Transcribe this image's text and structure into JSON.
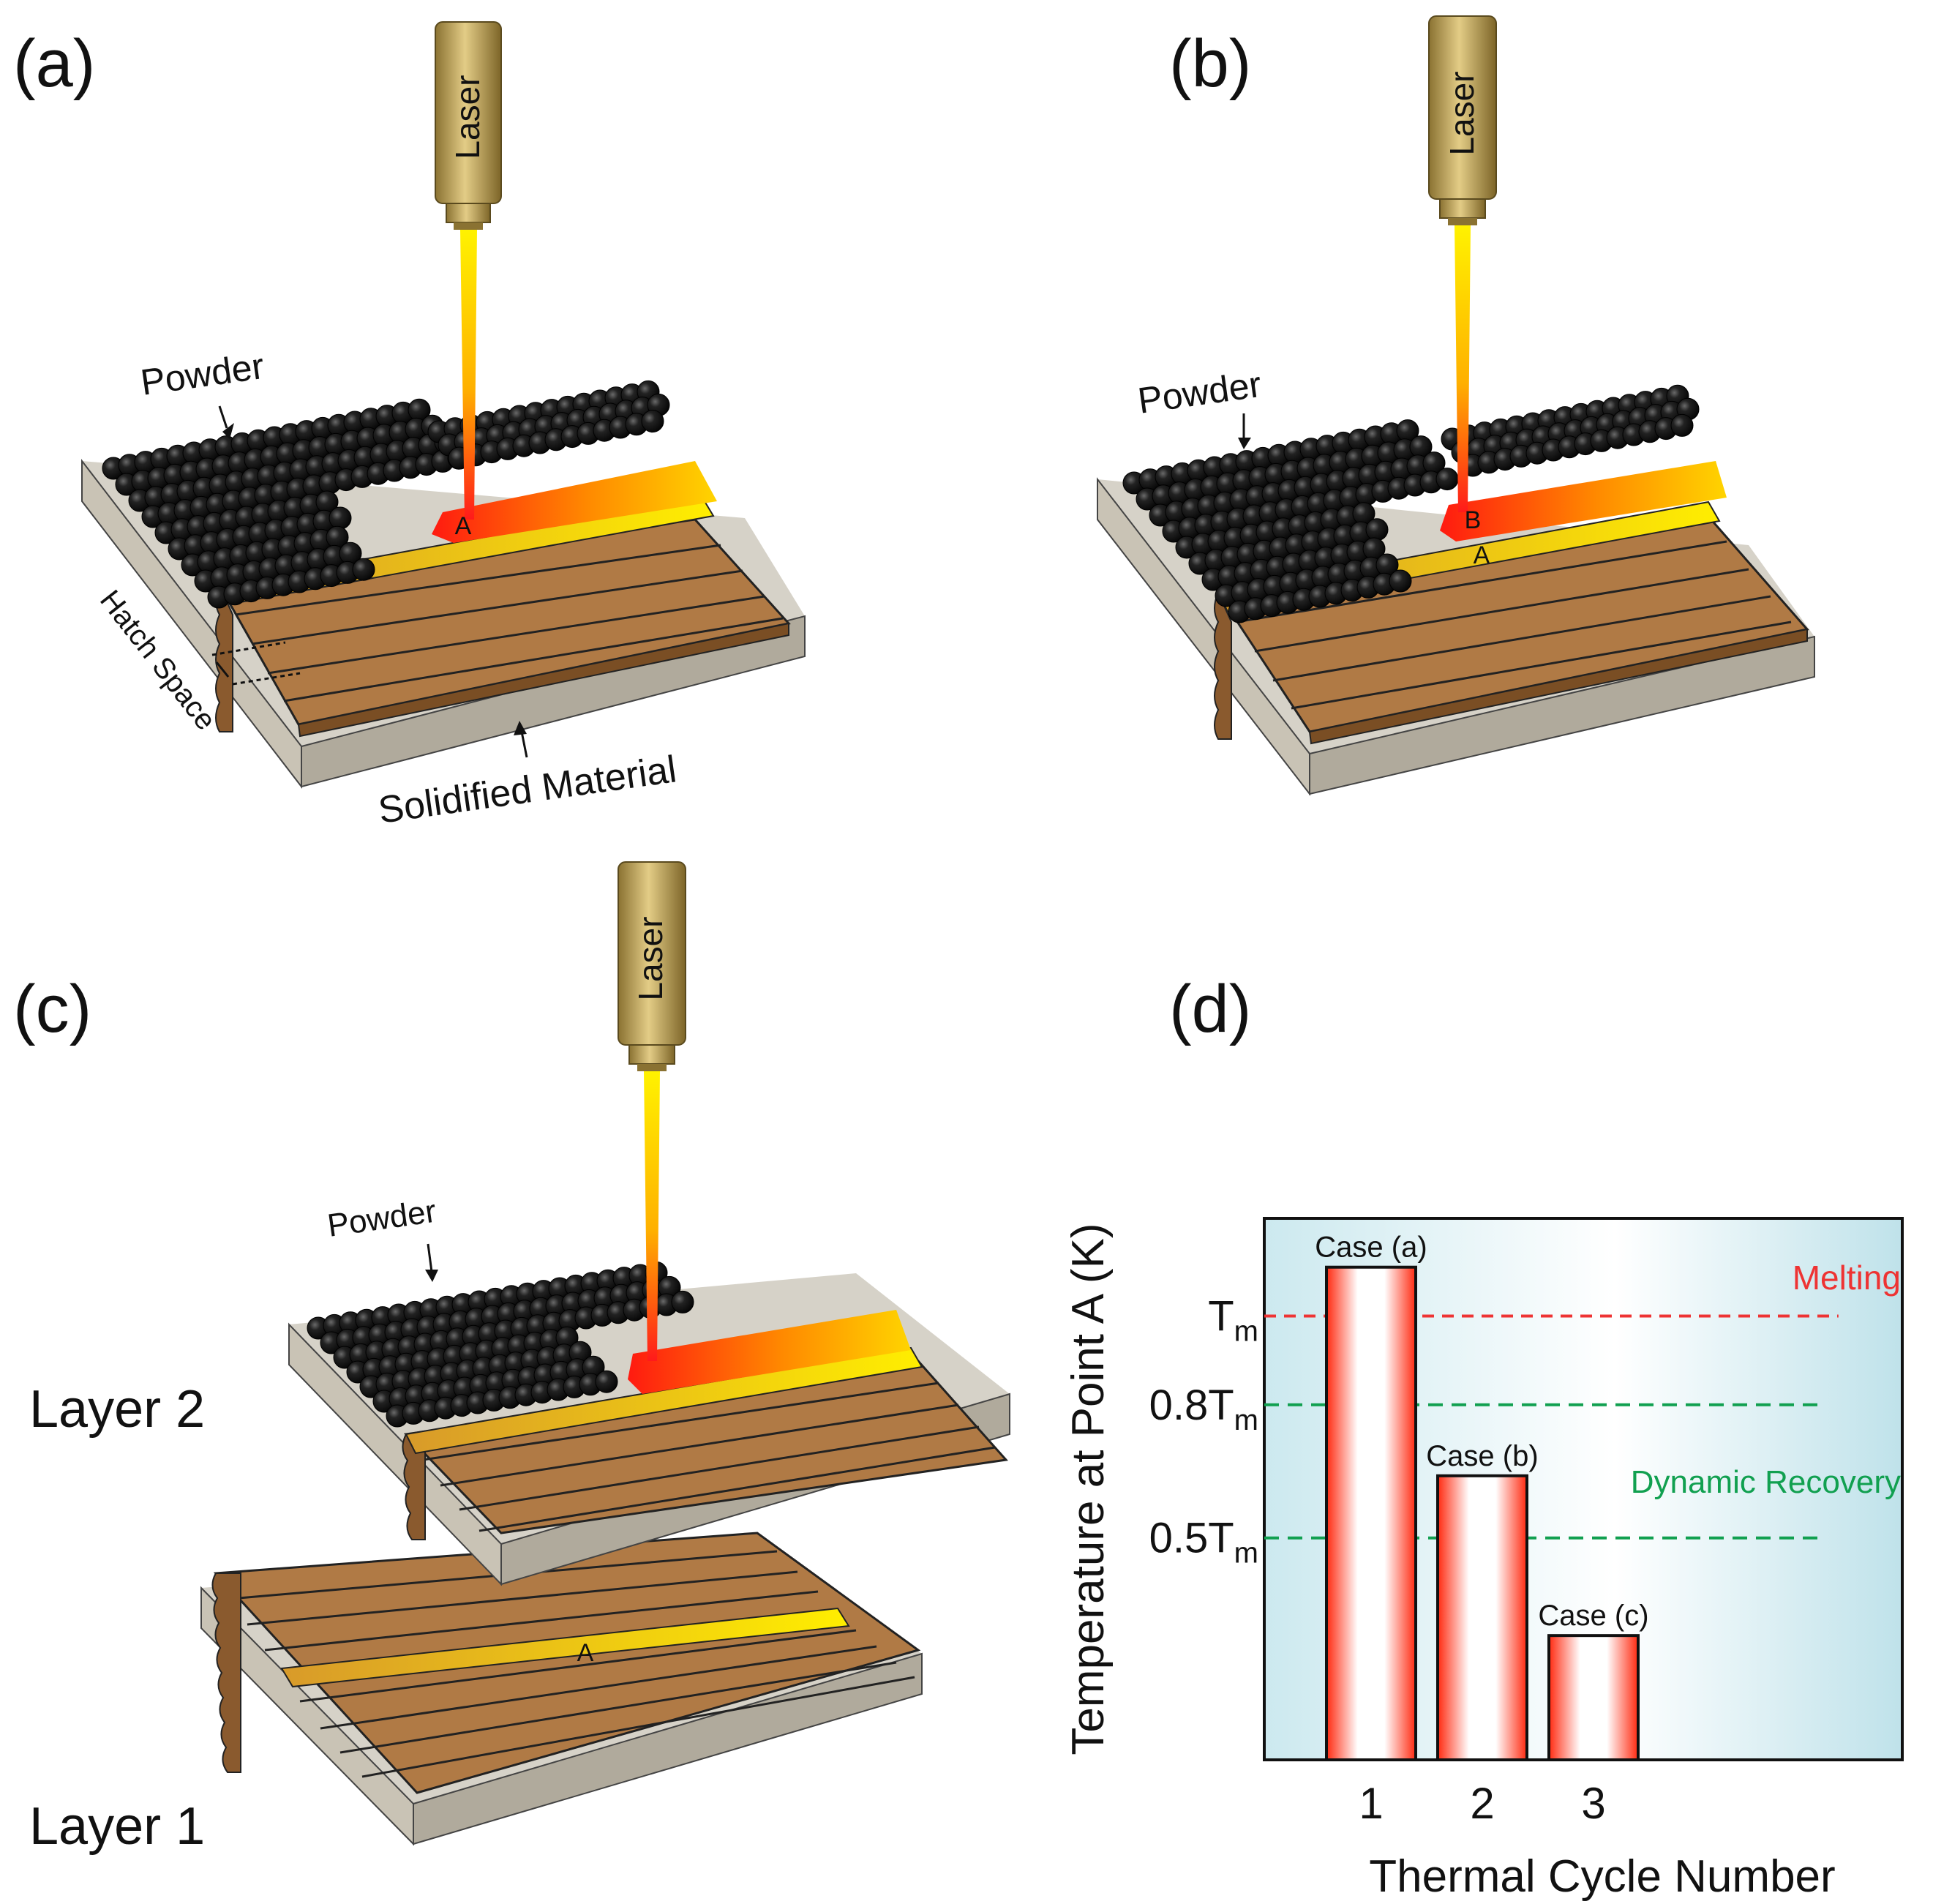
{
  "panels": {
    "a": {
      "label": "(a)",
      "laser": "Laser",
      "powder": "Powder",
      "point": "A",
      "hatch": "Hatch Space",
      "solidified": "Solidified Material"
    },
    "b": {
      "label": "(b)",
      "laser": "Laser",
      "powder": "Powder",
      "point_b": "B",
      "point_a": "A"
    },
    "c": {
      "label": "(c)",
      "laser": "Laser",
      "powder": "Powder",
      "layer2": "Layer 2",
      "layer1": "Layer 1",
      "point": "A"
    },
    "d": {
      "label": "(d)"
    }
  },
  "colors": {
    "track": "#b07a45",
    "track_dark": "#8a5a2e",
    "base_top": "#d6d2c8",
    "base_side": "#b9b3a5",
    "powder": "#161616",
    "laser_body": "#c9a95e",
    "melt_hot": "#ff2a10",
    "melt_warm": "#ffd000",
    "chart_bg": "#dff0f4",
    "melting_line": "#ee3333",
    "recovery_line": "#11a050"
  },
  "chart_data": {
    "type": "bar",
    "categories": [
      "1",
      "2",
      "3"
    ],
    "values": [
      1.11,
      0.64,
      0.28
    ],
    "bar_labels": [
      "Case (a)",
      "Case (b)",
      "Case (c)"
    ],
    "ylabel": "Temperature at Point A (K)",
    "xlabel": "Thermal Cycle Number",
    "ylim": [
      0,
      1.22
    ],
    "y_ticks": [
      {
        "value": 1.0,
        "label_main": "T",
        "label_sub": "m"
      },
      {
        "value": 0.8,
        "label_main": "0.8T",
        "label_sub": "m"
      },
      {
        "value": 0.5,
        "label_main": "0.5T",
        "label_sub": "m"
      }
    ],
    "reference_lines": [
      {
        "value": 1.0,
        "style": "red-dashed"
      },
      {
        "value": 0.8,
        "style": "green-dashed"
      },
      {
        "value": 0.5,
        "style": "green-dashed"
      }
    ],
    "annotations": [
      "Melting",
      "Dynamic Recovery"
    ],
    "grid": false,
    "legend": "none"
  }
}
